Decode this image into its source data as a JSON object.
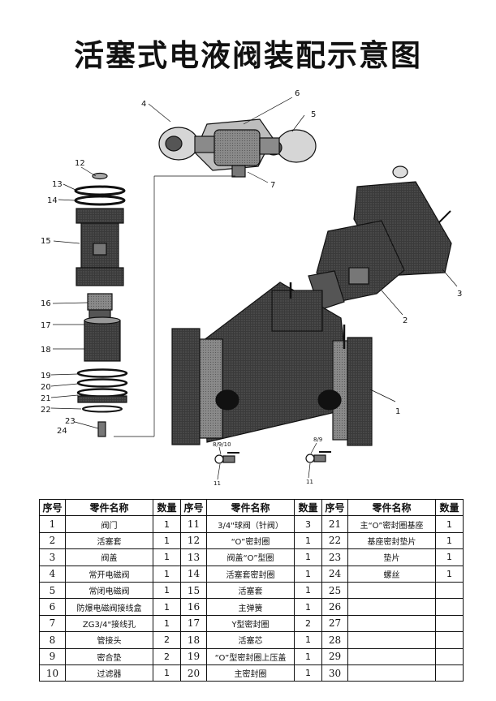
{
  "title": "活塞式电液阀装配示意图",
  "callouts": [
    "1",
    "2",
    "3",
    "4",
    "5",
    "6",
    "7",
    "8/9/10",
    "8/9",
    "11",
    "11",
    "12",
    "13",
    "14",
    "15",
    "16",
    "17",
    "18",
    "19",
    "20",
    "21",
    "22",
    "23",
    "24"
  ],
  "table": {
    "headers": [
      "序号",
      "零件名称",
      "数量",
      "序号",
      "零件名称",
      "数量",
      "序号",
      "零件名称",
      "数量"
    ],
    "rows": [
      [
        "1",
        "阀门",
        "1",
        "11",
        "3/4\"球阀（针阀）",
        "3",
        "21",
        "主“O”密封圈基座",
        "1"
      ],
      [
        "2",
        "活塞套",
        "1",
        "12",
        "“O”密封圈",
        "1",
        "22",
        "基座密封垫片",
        "1"
      ],
      [
        "3",
        "阀盖",
        "1",
        "13",
        "阀盖“O”型圈",
        "1",
        "23",
        "垫片",
        "1"
      ],
      [
        "4",
        "常开电磁阀",
        "1",
        "14",
        "活塞套密封圈",
        "1",
        "24",
        "螺丝",
        "1"
      ],
      [
        "5",
        "常闭电磁阀",
        "1",
        "15",
        "活塞套",
        "1",
        "25",
        "",
        ""
      ],
      [
        "6",
        "防爆电磁阀接线盒",
        "1",
        "16",
        "主弹簧",
        "1",
        "26",
        "",
        ""
      ],
      [
        "7",
        "ZG3/4\"接线孔",
        "1",
        "17",
        "Y型密封圈",
        "2",
        "27",
        "",
        ""
      ],
      [
        "8",
        "管接头",
        "2",
        "18",
        "活塞芯",
        "1",
        "28",
        "",
        ""
      ],
      [
        "9",
        "密合垫",
        "2",
        "19",
        "“O”型密封圈上压盖",
        "1",
        "29",
        "",
        ""
      ],
      [
        "10",
        "过滤器",
        "1",
        "20",
        "主密封圈",
        "1",
        "30",
        "",
        ""
      ]
    ]
  }
}
